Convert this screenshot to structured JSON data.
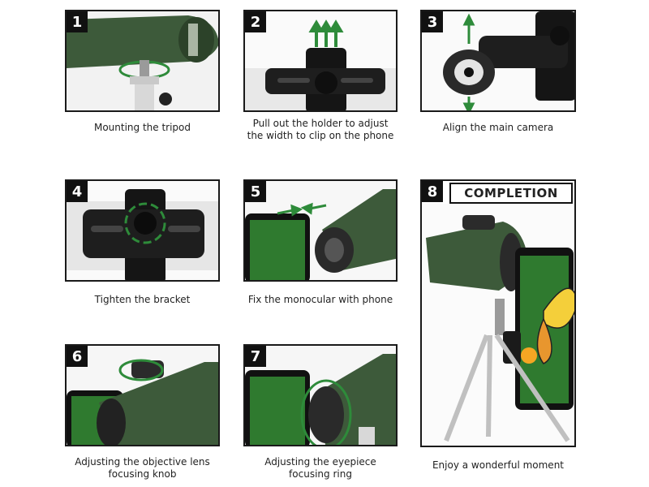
{
  "steps": [
    {
      "number": "1",
      "caption": "Mounting the tripod"
    },
    {
      "number": "2",
      "caption_line1": "Pull out the holder to adjust",
      "caption_line2": "the width to clip on the phone"
    },
    {
      "number": "3",
      "caption": "Align the main camera"
    },
    {
      "number": "4",
      "caption": "Tighten the bracket"
    },
    {
      "number": "5",
      "caption": "Fix the monocular with phone"
    },
    {
      "number": "6",
      "caption_line1": "Adjusting the objective lens",
      "caption_line2": "focusing knob"
    },
    {
      "number": "7",
      "caption_line1": "Adjusting the eyepiece",
      "caption_line2": "focusing ring"
    },
    {
      "number": "8",
      "title": "COMPLETION",
      "caption": "Enjoy a wonderful moment"
    }
  ],
  "colors": {
    "monocular_green": "#3d5a3a",
    "arrow_green": "#2e8b3a",
    "frame": "#1a1a1a"
  }
}
